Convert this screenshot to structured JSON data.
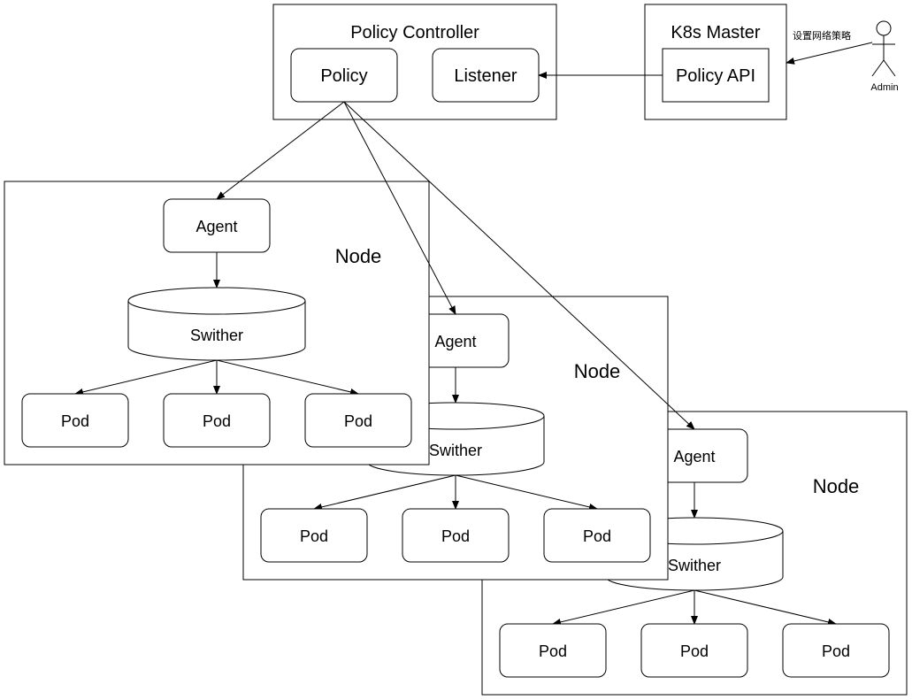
{
  "policy_controller": {
    "title": "Policy Controller",
    "policy": "Policy",
    "listener": "Listener"
  },
  "k8s_master": {
    "title": "K8s Master",
    "api": "Policy API"
  },
  "admin": {
    "label": "Admin",
    "action": "设置网络策略"
  },
  "nodes": [
    {
      "title": "Node",
      "agent": "Agent",
      "switch": "Swither",
      "pods": [
        "Pod",
        "Pod",
        "Pod"
      ]
    },
    {
      "title": "Node",
      "agent": "Agent",
      "switch": "Swither",
      "pods": [
        "Pod",
        "Pod",
        "Pod"
      ]
    },
    {
      "title": "Node",
      "agent": "Agent",
      "switch": "Swither",
      "pods": [
        "Pod",
        "Pod",
        "Pod"
      ]
    }
  ]
}
